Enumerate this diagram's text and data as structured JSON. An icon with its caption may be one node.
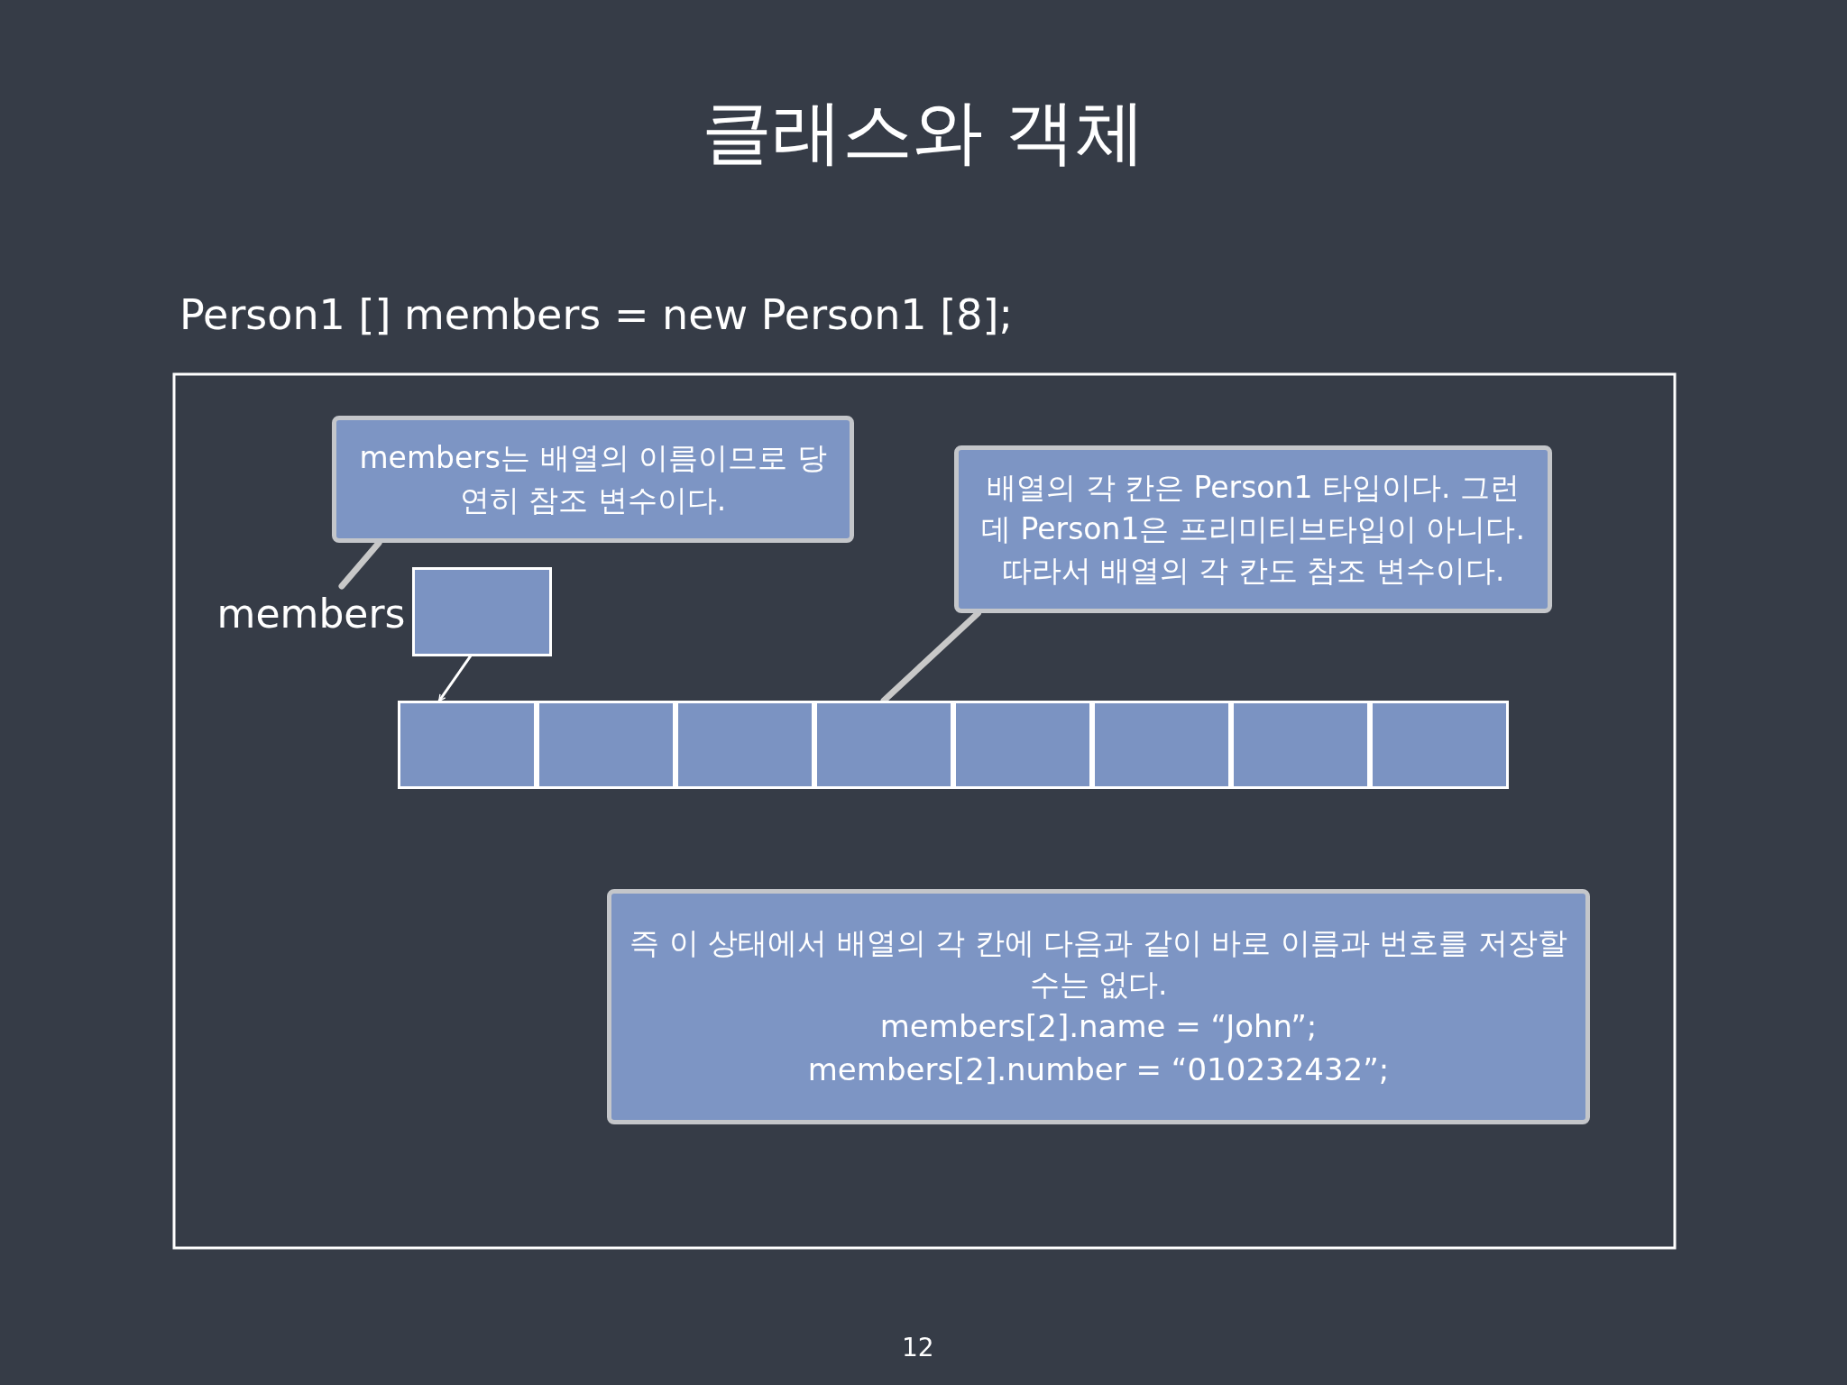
{
  "diagram": {
    "title": "클래스와 객체",
    "nodes": [
      {
        "text": [
          "members는 배열의 이름이므로 당연히 참조 변수이다."
        ]
      },
      {
        "text": [
          "members"
        ]
      },
      {
        "text": [],
        "shape": "box"
      },
      {
        "text": [],
        "shape": "box"
      },
      {
        "text": [],
        "shape": "box"
      },
      {
        "text": [],
        "shape": "box"
      },
      {
        "text": [],
        "shape": "box"
      },
      {
        "text": [],
        "shape": "box"
      },
      {
        "text": [],
        "shape": "box"
      },
      {
        "text": [],
        "shape": "box"
      },
      {
        "text": [],
        "shape": "box"
      },
      {
        "text": [
          "배열의 각 칸은 Person1 타입이다. 그런데 Person1은 프리미티브타입이 아니다. 따라서 배열의 각 칸도 참조 변수이다."
        ]
      },
      {
        "text": [
          "즉 이 상태에서 배열의 각 칸에 다음과 같이 바로 이름과 번호를 저장할 수는 없다.",
          "members[2].name = “John”;",
          "members[2].number = “010232432”;"
        ]
      }
    ],
    "edges": [
      {
        "from": 0,
        "to": 1,
        "arrow": "none",
        "color": "#c8c8c8"
      },
      {
        "from": 2,
        "to": 3,
        "arrow": "to"
      },
      {
        "from": 11,
        "to": 6,
        "arrow": "none",
        "color": "#c8c8c8"
      }
    ],
    "labels": [
      "Person1 [] members = new Person1 [8];",
      "12"
    ]
  }
}
